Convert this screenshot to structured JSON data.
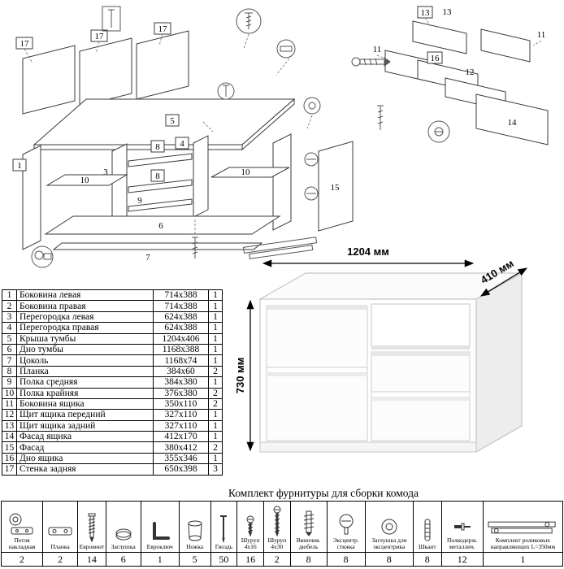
{
  "parts": {
    "rows": [
      {
        "n": "1",
        "name": "Боковина левая",
        "size": "714x388",
        "q": "1"
      },
      {
        "n": "2",
        "name": "Боковина правая",
        "size": "714x388",
        "q": "1"
      },
      {
        "n": "3",
        "name": "Перегородка левая",
        "size": "624x388",
        "q": "1"
      },
      {
        "n": "4",
        "name": "Перегородка правая",
        "size": "624x388",
        "q": "1"
      },
      {
        "n": "5",
        "name": "Крыша тумбы",
        "size": "1204x406",
        "q": "1"
      },
      {
        "n": "6",
        "name": "Дно тумбы",
        "size": "1168x388",
        "q": "1"
      },
      {
        "n": "7",
        "name": "Цоколь",
        "size": "1168x74",
        "q": "1"
      },
      {
        "n": "8",
        "name": "Планка",
        "size": "384x60",
        "q": "2"
      },
      {
        "n": "9",
        "name": "Полка средняя",
        "size": "384x380",
        "q": "1"
      },
      {
        "n": "10",
        "name": "Полка крайняя",
        "size": "376x380",
        "q": "2"
      },
      {
        "n": "11",
        "name": "Боковина ящика",
        "size": "350x110",
        "q": "2"
      },
      {
        "n": "12",
        "name": "Щит ящика передний",
        "size": "327x110",
        "q": "1"
      },
      {
        "n": "13",
        "name": "Щит ящика задний",
        "size": "327x110",
        "q": "1"
      },
      {
        "n": "14",
        "name": "Фасад ящика",
        "size": "412x170",
        "q": "1"
      },
      {
        "n": "15",
        "name": "Фасад",
        "size": "380x412",
        "q": "2"
      },
      {
        "n": "16",
        "name": "Дно ящика",
        "size": "355x346",
        "q": "1"
      },
      {
        "n": "17",
        "name": "Стенка задняя",
        "size": "650x398",
        "q": "3"
      }
    ]
  },
  "dresser": {
    "width_label": "1204 мм",
    "depth_label": "410 мм",
    "height_label": "730 мм"
  },
  "hardware": {
    "title": "Комплект фурнитуры для сборки комода",
    "items": [
      {
        "name": "Петля накладная",
        "qty": "2"
      },
      {
        "name": "Планка",
        "qty": "2"
      },
      {
        "name": "Евровинт",
        "qty": "14"
      },
      {
        "name": "Заглушка",
        "qty": "6"
      },
      {
        "name": "Евроключ",
        "qty": "1"
      },
      {
        "name": "Ножка",
        "qty": "5"
      },
      {
        "name": "Гвоздь",
        "qty": "50"
      },
      {
        "name": "Шуруп 4x16",
        "qty": "16"
      },
      {
        "name": "Шуруп 4x30",
        "qty": "2"
      },
      {
        "name": "Ввинчив. дюбель",
        "qty": "8"
      },
      {
        "name": "Эксцентр. стяжка",
        "qty": "8"
      },
      {
        "name": "Заглушка для эксцентрика",
        "qty": "8"
      },
      {
        "name": "Шкант",
        "qty": "8"
      },
      {
        "name": "Полкодерж. металлич.",
        "qty": "12"
      },
      {
        "name": "Комплект роликовых направляющих L=350мм",
        "qty": "1"
      }
    ]
  },
  "main_diagram": {
    "labels": {
      "l17a": "17",
      "l17b": "17",
      "l17c": "17",
      "l5": "5",
      "l1": "1",
      "l3": "3",
      "l4": "4",
      "l8a": "8",
      "l8b": "8",
      "l9": "9",
      "l10a": "10",
      "l10b": "10",
      "l6": "6",
      "l7": "7",
      "l15": "15"
    }
  },
  "drawer_diagram": {
    "labels": {
      "l13a": "13",
      "l13b": "13",
      "l11a": "11",
      "l11b": "11",
      "l16": "16",
      "l12": "12",
      "l14": "14"
    }
  }
}
